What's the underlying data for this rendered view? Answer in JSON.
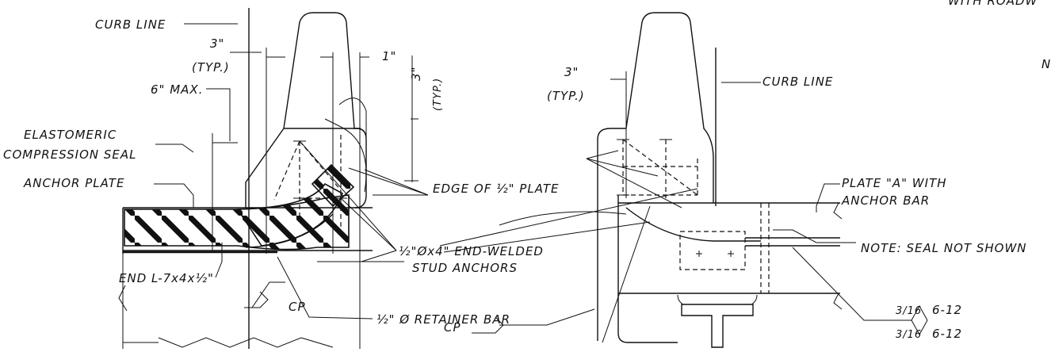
{
  "labels": {
    "curb_line_left": "CURB LINE",
    "dim_3_left": "3\"",
    "typ_left": "(TYP.)",
    "dim_1": "1\"",
    "dim_3_vert": "3\"",
    "typ_vert": "(TYP.)",
    "six_max": "6\" MAX.",
    "elastomeric": "ELASTOMERIC",
    "compression_seal": "COMPRESSION SEAL",
    "anchor_plate": "ANCHOR PLATE",
    "edge_plate": "EDGE OF ½\" PLATE",
    "stud_anchors_1": "½\"Øx4\" END-WELDED",
    "stud_anchors_2": "STUD ANCHORS",
    "end_angle": "END L-7x4x½\"",
    "cp_left": "CP",
    "retainer_bar": "½\" Ø RETAINER BAR",
    "cp_right": "CP",
    "dim_3_right": "3\"",
    "typ_right": "(TYP.)",
    "curb_line_right": "CURB LINE",
    "plate_a_1": "PLATE \"A\" WITH",
    "plate_a_2": "ANCHOR BAR",
    "note": "NOTE: SEAL NOT SHOWN",
    "weld_top_size": "3/16",
    "weld_top_len": "6-12",
    "weld_bot_size": "3/16",
    "weld_bot_len": "6-12",
    "corner_text": "WITH ROADW",
    "corner_n": "N"
  }
}
